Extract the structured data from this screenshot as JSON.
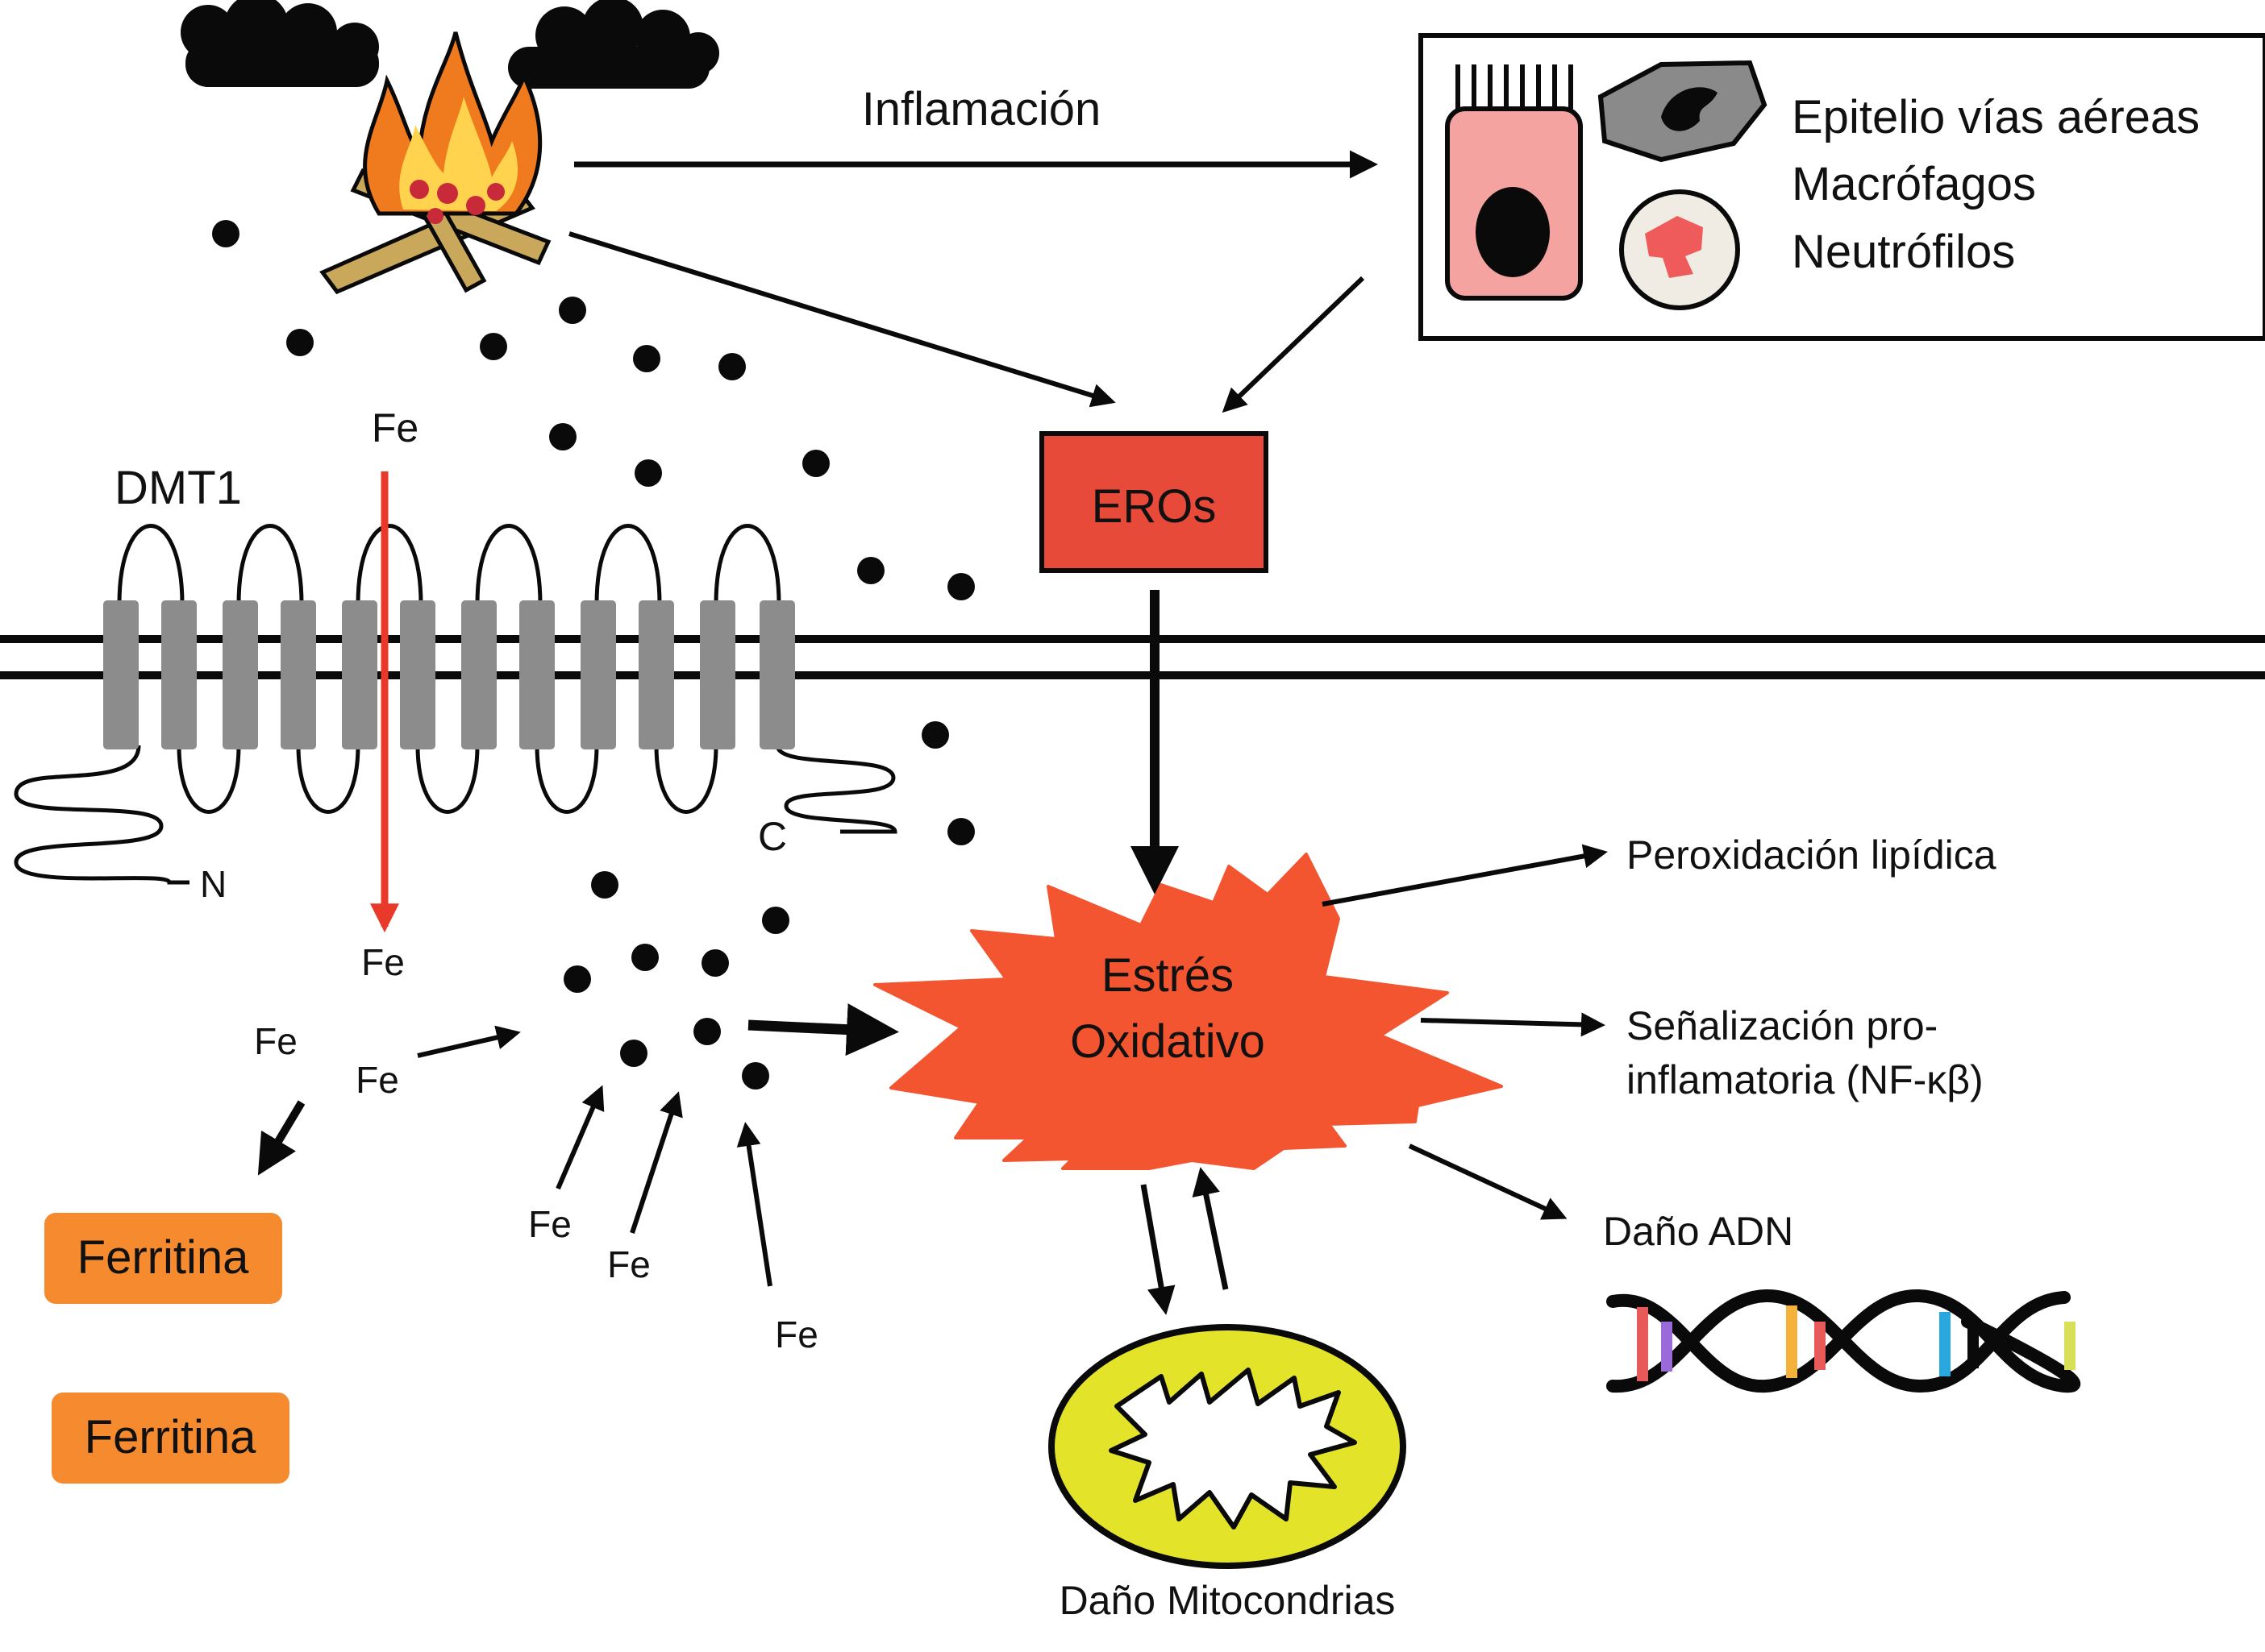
{
  "labels": {
    "inflammation": "Inflamación",
    "ros": "EROs",
    "dmt1": "DMT1",
    "fe": "Fe",
    "n_terminus": "N",
    "c_terminus": "C",
    "oxidative_stress_line1": "Estrés",
    "oxidative_stress_line2": "Oxidativo",
    "lipid_peroxidation": "Peroxidación lipídica",
    "proinflammatory_line1": "Señalización pro-",
    "proinflammatory_line2": "inflamatoria (NF-κβ)",
    "dna_damage": "Daño ADN",
    "mitochondria_damage": "Daño Mitocondrias",
    "ferritin": "Ferritina"
  },
  "cell_box": {
    "items": [
      "Epitelio vías aéreas",
      "Macrófagos",
      "Neutrófilos"
    ]
  },
  "colors": {
    "ros_box": "#e84a3a",
    "starburst": "#f25530",
    "ferritin": "#f58a2e",
    "fe_arrow": "#e8392b",
    "transmembrane": "#8c8c8c",
    "mitochondria": "#e3e32a",
    "epithelial_cell": "#f4a3a1",
    "macrophage": "#8a8a8a",
    "neutrophil": "#f0ece4",
    "neutrophil_nucleus": "#ef5a5a",
    "flame_outer": "#f07a1e",
    "flame_inner": "#ffd34d",
    "wood": "#c9a85c",
    "smoke": "#0a0a0a"
  }
}
